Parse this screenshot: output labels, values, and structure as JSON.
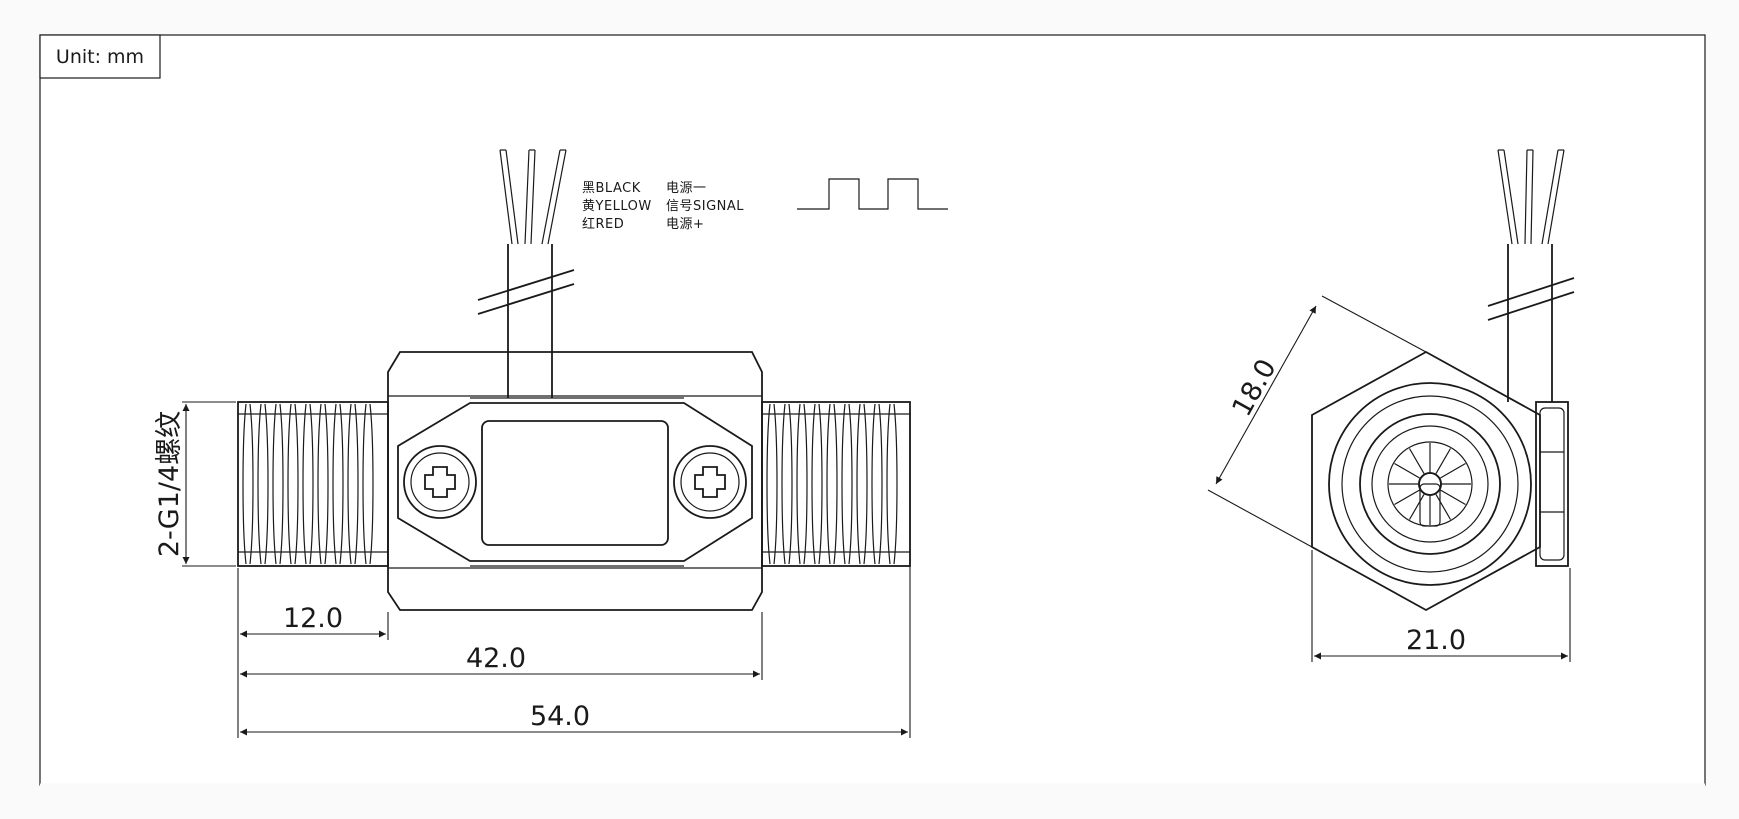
{
  "unit_label": "Unit: mm",
  "wire_legend": [
    {
      "color_label": "黑BLACK",
      "function_label": "电源一"
    },
    {
      "color_label": "黄YELLOW",
      "function_label": "信号SIGNAL"
    },
    {
      "color_label": "红RED",
      "function_label": "电源+"
    }
  ],
  "dimensions": {
    "thread_spec": "2-G1/4螺纹",
    "thread_length": "12.0",
    "body_length": "42.0",
    "total_length": "54.0",
    "hex_flat": "18.0",
    "side_width": "21.0"
  },
  "colors": {
    "line": "#1a1a1a",
    "paper": "#ffffff",
    "background": "#fafafa"
  }
}
